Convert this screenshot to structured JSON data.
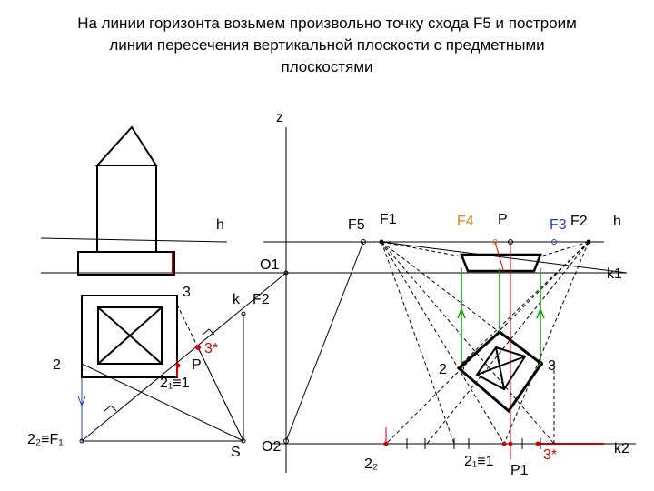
{
  "title": {
    "line1": "На линии горизонта возьмем произвольно точку схода F5 и построим",
    "line2": "линии пересечения вертикальной плоскости с предметными",
    "line3": "плоскостями"
  },
  "labels": {
    "z": "z",
    "h_left": "h",
    "h_right": "h",
    "f5": "F5",
    "f1": "F1",
    "f4": "F4",
    "p_top": "P",
    "f3": "F3",
    "f2_top": "F2",
    "o1": "O1",
    "k1": "k1",
    "n3": "3",
    "k": "k",
    "f2_mid": "F2",
    "n3star": "3*",
    "n2_left": "2",
    "p_left": "P",
    "n21_1": "2₁≡1",
    "n2_right": "2",
    "n3_right": "3",
    "n22_f1": "2₂≡F₁",
    "s": "S",
    "o2": "O2",
    "n22_bottom": "2₂",
    "n21_1_bottom": "2₁≡1",
    "p1": "P1",
    "n3star_bottom": "3*",
    "k2": "k2"
  },
  "colors": {
    "construction": "#000000",
    "dashed": "#555555",
    "green": "#10a010",
    "red": "#d00000",
    "blue": "#2040c0",
    "orange": "#e08010"
  }
}
